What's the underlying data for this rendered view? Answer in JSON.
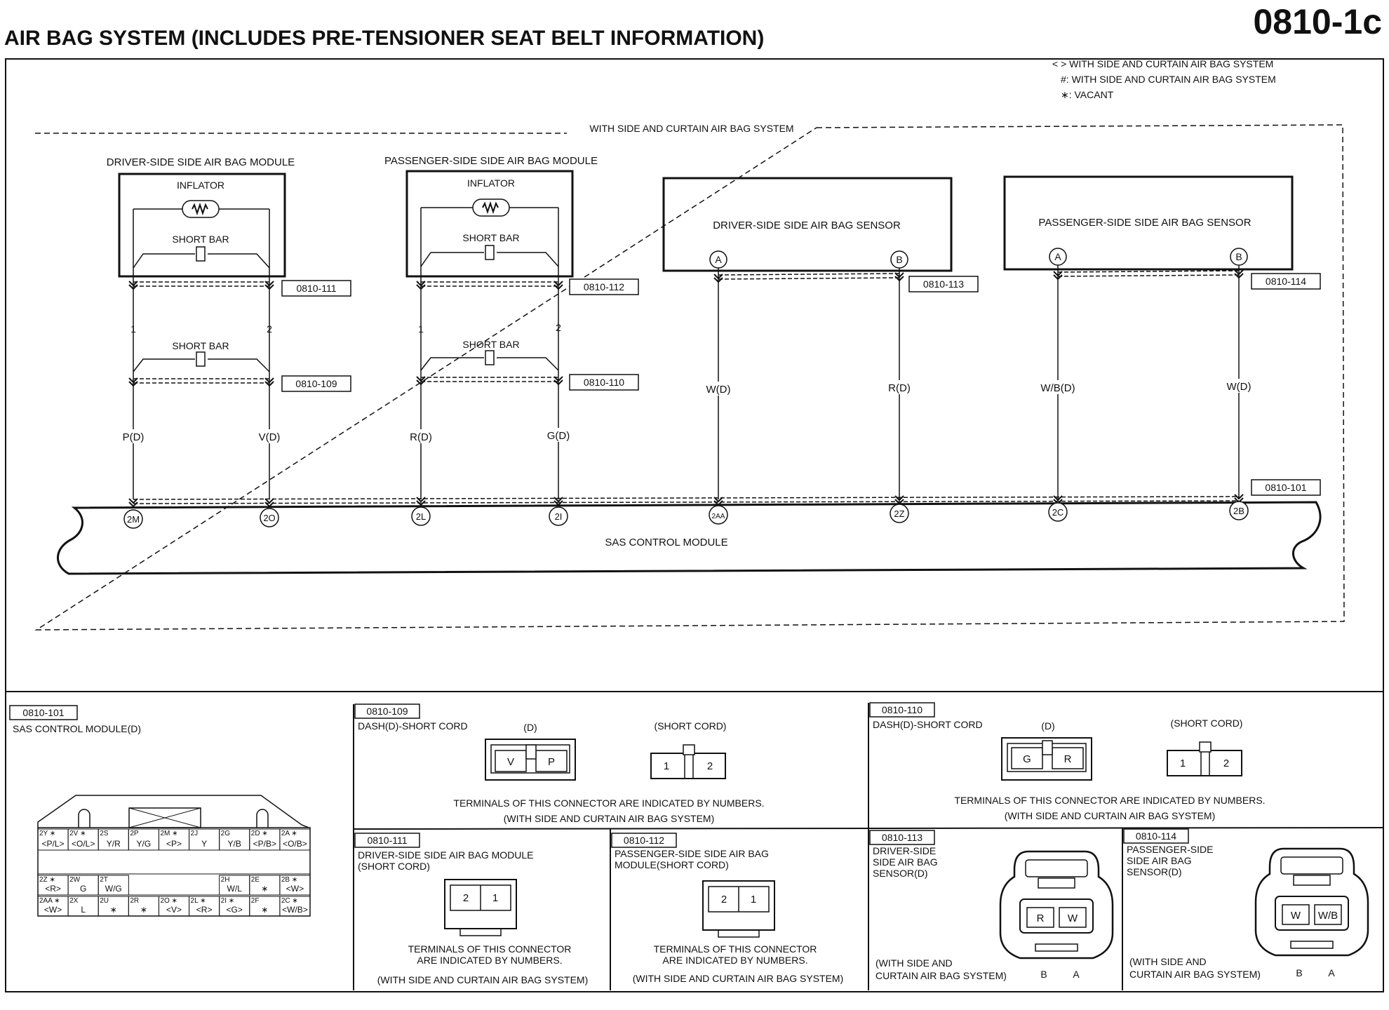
{
  "header": {
    "title": "AIR BAG SYSTEM (INCLUDES PRE-TENSIONER SEAT BELT INFORMATION)",
    "page_code": "0810-1c"
  },
  "legend": {
    "line1": "< > WITH SIDE AND CURTAIN AIR BAG SYSTEM",
    "line2": "#: WITH SIDE AND CURTAIN AIR BAG SYSTEM",
    "line3": "∗: VACANT"
  },
  "option_box_label": "WITH SIDE AND CURTAIN AIR BAG SYSTEM",
  "components": {
    "driver_module": {
      "title": "DRIVER-SIDE SIDE AIR BAG MODULE",
      "inflator": "INFLATOR",
      "short_bar": "SHORT BAR"
    },
    "passenger_module": {
      "title": "PASSENGER-SIDE SIDE AIR BAG MODULE",
      "inflator": "INFLATOR",
      "short_bar": "SHORT BAR"
    },
    "driver_sensor": {
      "title": "DRIVER-SIDE SIDE AIR BAG SENSOR",
      "pin_a": "A",
      "pin_b": "B"
    },
    "passenger_sensor": {
      "title": "PASSENGER-SIDE SIDE AIR BAG SENSOR",
      "pin_a": "A",
      "pin_b": "B"
    },
    "mid_short_bar": "SHORT BAR",
    "sas_module": "SAS CONTROL MODULE"
  },
  "connector_refs": {
    "c111": "0810-111",
    "c112": "0810-112",
    "c113": "0810-113",
    "c114": "0810-114",
    "c109": "0810-109",
    "c110": "0810-110",
    "c101": "0810-101"
  },
  "pins": {
    "d1": "1",
    "d2": "2",
    "p1": "1",
    "p2": "2"
  },
  "wires": {
    "w1": "P(D)",
    "w2": "V(D)",
    "w3": "R(D)",
    "w4": "G(D)",
    "w5": "W(D)",
    "w6": "R(D)",
    "w7": "W/B(D)",
    "w8": "W(D)"
  },
  "sas_terminals": [
    "2M",
    "2O",
    "2L",
    "2I",
    "2AA",
    "2Z",
    "2C",
    "2B"
  ],
  "panels": {
    "p101": {
      "code": "0810-101",
      "title": "SAS CONTROL MODULE(D)",
      "row1": [
        [
          "2Y ∗",
          "<P/L>"
        ],
        [
          "2V ∗",
          "<O/L>"
        ],
        [
          "2S",
          "Y/R"
        ],
        [
          "2P",
          "Y/G"
        ],
        [
          "2M ∗",
          "<P>"
        ],
        [
          "2J",
          "Y"
        ],
        [
          "2G",
          "Y/B"
        ],
        [
          "2D ∗",
          "<P/B>"
        ],
        [
          "2A ∗",
          "<O/B>"
        ]
      ],
      "row2": [
        [
          "2Z ∗",
          "<R>"
        ],
        [
          "2W",
          "G"
        ],
        [
          "2T",
          "W/G"
        ],
        [
          "2H",
          "W/L"
        ],
        [
          "2E",
          "∗"
        ],
        [
          "2B ∗",
          "<W>"
        ]
      ],
      "row3": [
        [
          "2AA ∗",
          "<W>"
        ],
        [
          "2X",
          "L"
        ],
        [
          "2U",
          "∗"
        ],
        [
          "2R",
          "∗"
        ],
        [
          "2O ∗",
          "<V>"
        ],
        [
          "2L ∗",
          "<R>"
        ],
        [
          "2I ∗",
          "<G>"
        ],
        [
          "2F",
          "∗"
        ],
        [
          "2C ∗",
          "<W/B>"
        ]
      ]
    },
    "p109": {
      "code": "0810-109",
      "title": "DASH(D)-SHORT CORD",
      "d_label": "(D)",
      "short_label": "(SHORT CORD)",
      "d_t1": "V",
      "d_t2": "P",
      "s_t1": "1",
      "s_t2": "2",
      "note1": "TERMINALS OF THIS CONNECTOR ARE INDICATED BY NUMBERS.",
      "note2": "(WITH SIDE AND CURTAIN AIR BAG SYSTEM)"
    },
    "p110": {
      "code": "0810-110",
      "title": "DASH(D)-SHORT CORD",
      "d_label": "(D)",
      "short_label": "(SHORT CORD)",
      "d_t1": "G",
      "d_t2": "R",
      "s_t1": "1",
      "s_t2": "2",
      "note1": "TERMINALS OF THIS CONNECTOR ARE INDICATED BY NUMBERS.",
      "note2": "(WITH SIDE AND CURTAIN AIR BAG SYSTEM)"
    },
    "p111": {
      "code": "0810-111",
      "title1": "DRIVER-SIDE SIDE AIR BAG MODULE",
      "title2": "(SHORT CORD)",
      "t1": "2",
      "t2": "1",
      "note1": "TERMINALS OF THIS CONNECTOR",
      "note2": "ARE INDICATED BY NUMBERS.",
      "note3": "(WITH SIDE AND CURTAIN AIR BAG SYSTEM)"
    },
    "p112": {
      "code": "0810-112",
      "title1": "PASSENGER-SIDE SIDE AIR BAG",
      "title2": "MODULE(SHORT CORD)",
      "t1": "2",
      "t2": "1",
      "note1": "TERMINALS OF THIS CONNECTOR",
      "note2": "ARE INDICATED BY NUMBERS.",
      "note3": "(WITH SIDE AND CURTAIN AIR BAG SYSTEM)"
    },
    "p113": {
      "code": "0810-113",
      "title1": "DRIVER-SIDE",
      "title2": "SIDE AIR BAG",
      "title3": "SENSOR(D)",
      "t1": "R",
      "t2": "W",
      "note1": "(WITH SIDE AND",
      "note2": "CURTAIN AIR BAG SYSTEM)",
      "pin_b": "B",
      "pin_a": "A"
    },
    "p114": {
      "code": "0810-114",
      "title1": "PASSENGER-SIDE",
      "title2": "SIDE AIR BAG",
      "title3": "SENSOR(D)",
      "t1": "W",
      "t2": "W/B",
      "note1": "(WITH SIDE AND",
      "note2": "CURTAIN AIR BAG SYSTEM)",
      "pin_b": "B",
      "pin_a": "A"
    }
  }
}
